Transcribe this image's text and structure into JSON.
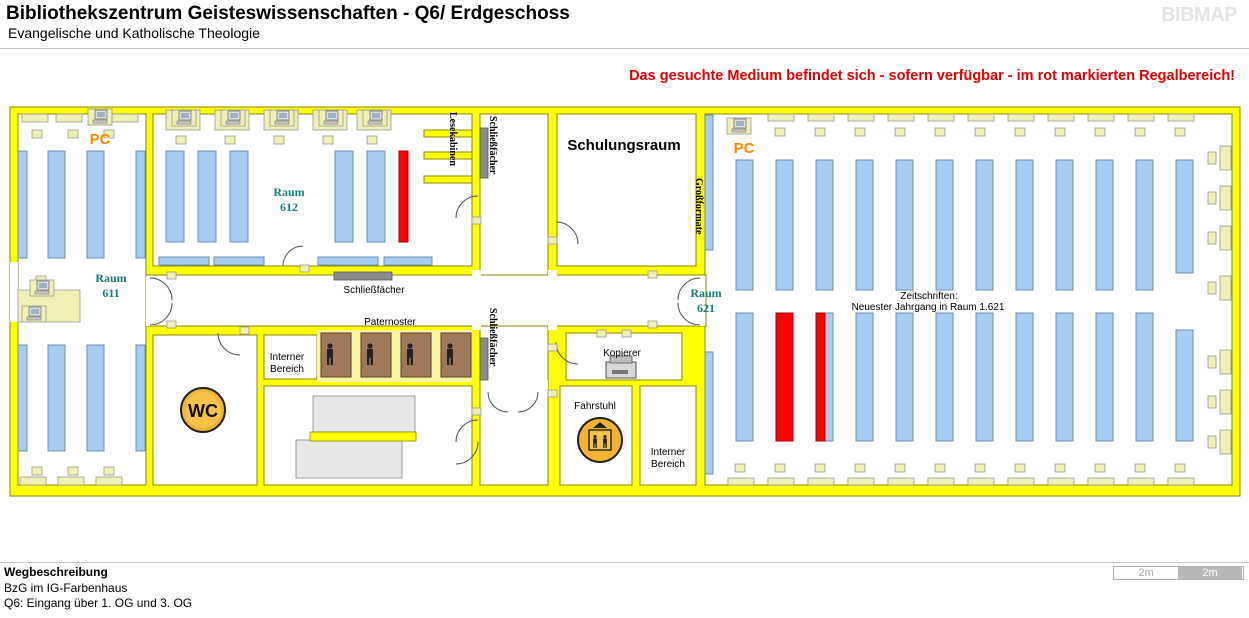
{
  "header": {
    "title": "Bibliothekszentrum Geisteswissenschaften - Q6/ Erdgeschoss",
    "subtitle": "Evangelische und Katholische Theologie",
    "brand": "BIBMAP"
  },
  "notice": "Das gesuchte Medium befindet sich - sofern verfügbar -  im rot markierten Regalbereich!",
  "map": {
    "rooms": {
      "raum612_line1": "Raum",
      "raum612_line2": "612",
      "raum611_line1": "Raum",
      "raum611_line2": "611",
      "raum621_line1": "Raum",
      "raum621_line2": "621",
      "schulungsraum": "Schulungsraum"
    },
    "labels": {
      "pc_left": "PC",
      "pc_right": "PC",
      "lesekabinen": "Lesekabinen",
      "schliessfaecher_top": "Schließfächer",
      "schliessfaecher_mid": "Schließfächer",
      "schliessfaecher_low": "Schließfächer",
      "grossformate": "Großformate",
      "paternoster": "Paternoster",
      "interner_bereich_left_1": "Interner",
      "interner_bereich_left_2": "Bereich",
      "interner_bereich_right_1": "Interner",
      "interner_bereich_right_2": "Bereich",
      "wc": "WC",
      "kopierer": "Kopierer",
      "fahrstuhl": "Fahrstuhl",
      "zeitschriften_1": "Zeitschriften:",
      "zeitschriften_2": "Neuester Jahrgang in Raum  1.621"
    },
    "colors": {
      "wall": "#ffff00",
      "wall_outline": "#9a9a00",
      "shelf": "#a8cdf3",
      "shelf_outline": "#6e8fb5",
      "highlight_shelf": "#ff0000",
      "table": "#f0f0b4",
      "label_teal": "#177e7e",
      "pc_orange": "#ff8a00",
      "paternoster": "#a0785a"
    },
    "icons": [
      "computer-icon",
      "wc-icon",
      "elevator-icon",
      "copier-icon",
      "paternoster-person-icon",
      "staircase-icon"
    ]
  },
  "footer": {
    "heading": "Wegbeschreibung",
    "line1": "BzG im IG-Farbenhaus",
    "line2": "Q6: Eingang über 1. OG und 3. OG",
    "scale_1": "2m",
    "scale_2": "2m"
  }
}
